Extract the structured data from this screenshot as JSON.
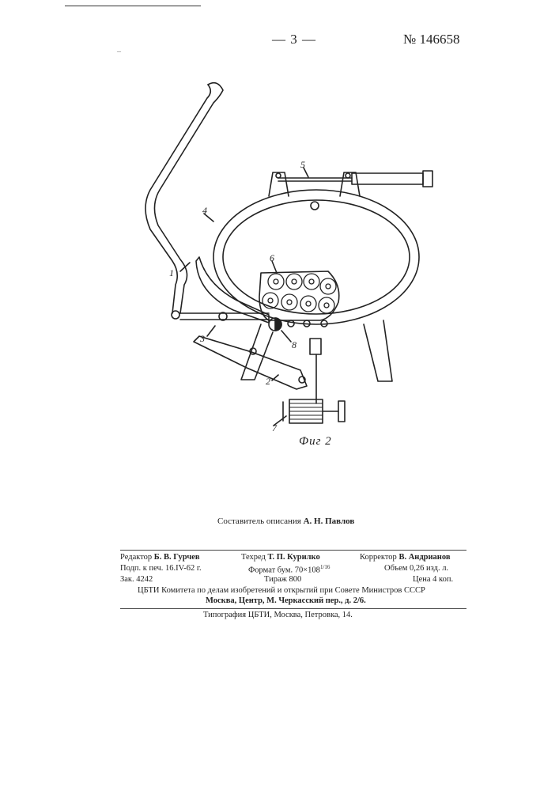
{
  "header": {
    "page_number": "— 3 —",
    "patent_number": "№ 146658",
    "stray_mark": "_"
  },
  "figure": {
    "caption": "Фиг 2",
    "labels": [
      "1",
      "2",
      "3",
      "4",
      "5",
      "6",
      "7",
      "8"
    ]
  },
  "compiler": {
    "prefix": "Составитель описания",
    "name": "А. Н. Павлов"
  },
  "credits": {
    "editor_label": "Редактор",
    "editor_name": "Б. В. Гурчев",
    "techred_label": "Техред",
    "techred_name": "Т. П. Курилко",
    "corrector_label": "Корректор",
    "corrector_name": "В. Андрианов"
  },
  "print_info": {
    "signed": "Подп. к печ. 16.IV-62 г.",
    "format": "Формат бум. 70×108",
    "format_fraction": "1/16",
    "volume": "Объем 0,26 изд. л.",
    "order": "Зак. 4242",
    "circulation": "Тираж 800",
    "price": "Цена 4 коп."
  },
  "publisher": {
    "line1": "ЦБТИ Комитета по делам изобретений и открытий при Совете Министров СССР",
    "line2": "Москва, Центр, М. Черкасский пер., д. 2/6."
  },
  "printer": "Типография ЦБТИ, Москва, Петровка, 14."
}
